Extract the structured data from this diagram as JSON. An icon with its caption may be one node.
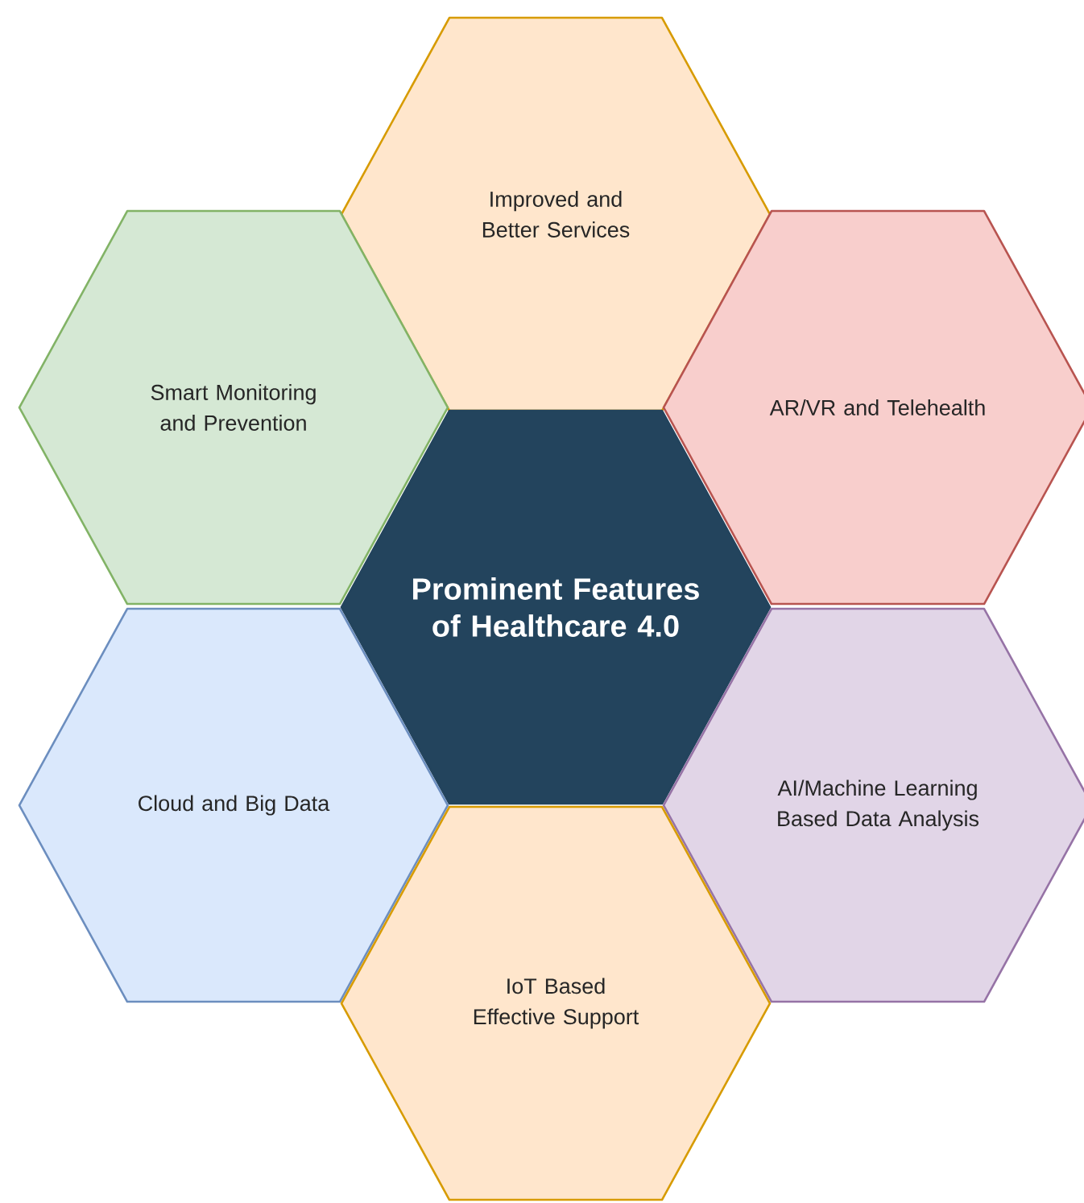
{
  "diagram": {
    "nodes": [
      {
        "text": [
          "Improved and Better Services"
        ]
      },
      {
        "text": [
          "Smart Monitoring and Prevention"
        ]
      },
      {
        "text": [
          "AR/VR and Telehealth"
        ]
      },
      {
        "text": [
          "Prominent Features of Healthcare 4.0"
        ]
      },
      {
        "text": [
          "Cloud and Big Data"
        ]
      },
      {
        "text": [
          "AI/Machine Learning Based Data Analysis"
        ]
      },
      {
        "text": [
          "IoT Based Effective Support"
        ]
      }
    ]
  }
}
